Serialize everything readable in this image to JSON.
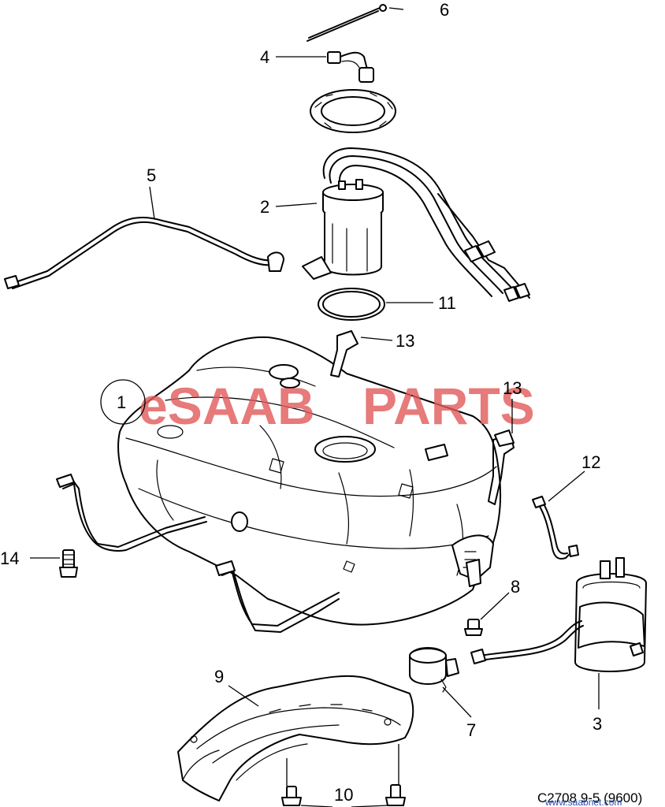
{
  "watermark": {
    "brand_left": "eSAAB",
    "brand_right": "PARTS",
    "brand_color": "#e25a5a",
    "site": "www.saabnet.com",
    "site_color": "#2a4fa8"
  },
  "caption": "C2708 9-5 (9600)",
  "callouts": [
    "1",
    "2",
    "3",
    "4",
    "5",
    "6",
    "7",
    "8",
    "9",
    "10",
    "11",
    "12",
    "13",
    "13",
    "14"
  ]
}
